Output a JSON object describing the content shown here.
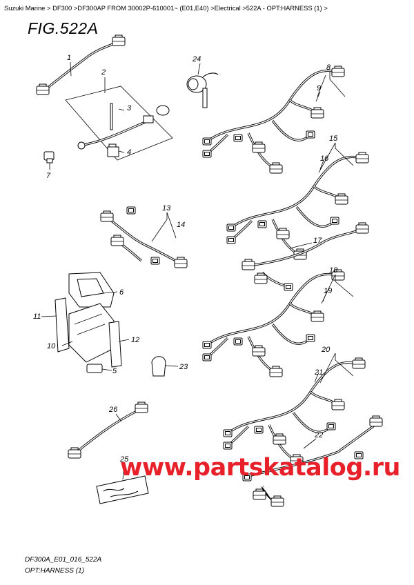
{
  "breadcrumb": "Suzuki Marine > DF300 >DF300AP FROM 30002P-610001~ (E01,E40) >Electrical >522A - OPT:HARNESS (1) >",
  "figure": {
    "title": "FIG.522A"
  },
  "footer": {
    "code": "DF300A_E01_016_522A",
    "name": "OPT:HARNESS (1)"
  },
  "watermark": "www.partskatalog.ru",
  "callouts": {
    "c1": "1",
    "c2": "2",
    "c3": "3",
    "c4": "4",
    "c5": "5",
    "c6": "6",
    "c7": "7",
    "c8": "8",
    "c9": "9",
    "c10": "10",
    "c11": "11",
    "c12": "12",
    "c13": "13",
    "c14": "14",
    "c15": "15",
    "c16": "16",
    "c17": "17",
    "c18": "18",
    "c19": "19",
    "c20": "20",
    "c21": "21",
    "c22": "22",
    "c23": "23",
    "c24": "24",
    "c25": "25",
    "c26": "26"
  },
  "colors": {
    "watermark": "#e8202a",
    "line": "#000000"
  }
}
